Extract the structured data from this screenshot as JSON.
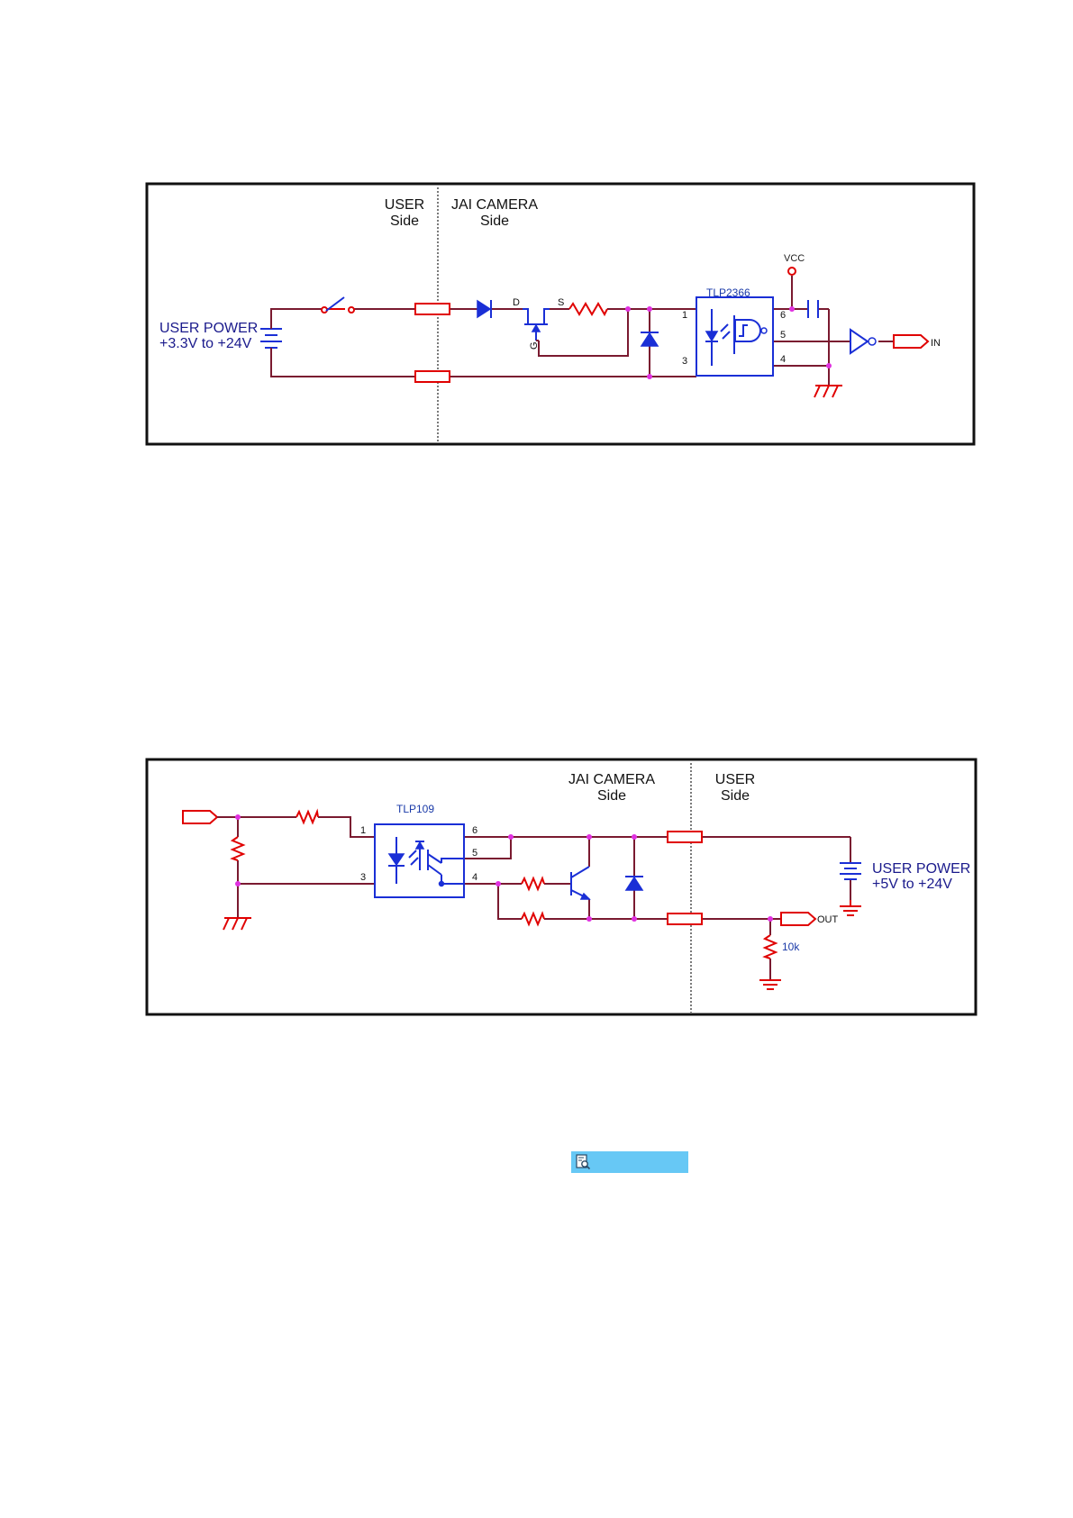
{
  "diagram_input": {
    "user_side": "USER",
    "user_side_2": "Side",
    "camera_side": "JAI CAMERA",
    "camera_side_2": "Side",
    "power_label": "USER POWER",
    "power_range": "+3.3V to +24V",
    "chip": "TLP2366",
    "vcc": "VCC",
    "pin_1": "1",
    "pin_3": "3",
    "pin_4": "4",
    "pin_5": "5",
    "pin_6": "6",
    "fet_d": "D",
    "fet_s": "S",
    "fet_g": "G",
    "signal": "IN"
  },
  "diagram_output": {
    "camera_side": "JAI CAMERA",
    "camera_side_2": "Side",
    "user_side": "USER",
    "user_side_2": "Side",
    "chip": "TLP109",
    "pin_1": "1",
    "pin_3": "3",
    "pin_4": "4",
    "pin_5": "5",
    "pin_6": "6",
    "power_label": "USER POWER",
    "power_range": "+5V to +24V",
    "resistor_value": "10k",
    "signal": "OUT"
  },
  "toolbar": {
    "search_icon": "document-search-icon",
    "bar_color": "#67c8f5"
  },
  "colors": {
    "wire": "#7a1a30",
    "component_red": "#e00000",
    "component_blue": "#1a2fd6",
    "junction": "#e030e0"
  }
}
